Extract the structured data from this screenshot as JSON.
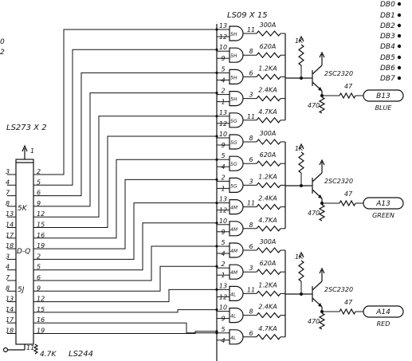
{
  "chips": {
    "gates_title": "LS09 X 15",
    "latch_title": "LS273 X 2",
    "buffer_title": "LS244",
    "latch_top": "5K",
    "latch_mid": "D-Q",
    "latch_bottom": "5J",
    "latch_pin_top": "1",
    "latch_pin_bottom": "11",
    "pullup": "4.7K"
  },
  "edge_labels": {
    "top0": "0",
    "top2": "2"
  },
  "data_bus": [
    "DB0",
    "DB1",
    "DB2",
    "DB3",
    "DB4",
    "DB5",
    "DB6",
    "DB7"
  ],
  "latch_inputs": [
    "3",
    "4",
    "7",
    "8",
    "13",
    "14",
    "17",
    "18",
    "3",
    "4",
    "7",
    "8",
    "13",
    "14",
    "17",
    "18"
  ],
  "latch_outputs": [
    "2",
    "5",
    "6",
    "9",
    "12",
    "15",
    "16",
    "19",
    "2",
    "5",
    "6",
    "9",
    "12",
    "15",
    "16",
    "19"
  ],
  "gates": [
    {
      "pin_a": "13",
      "pin_b": "12",
      "tag": "5H",
      "out": "11",
      "res": "300A"
    },
    {
      "pin_a": "10",
      "pin_b": "9",
      "tag": "5H",
      "out": "8",
      "res": "620A"
    },
    {
      "pin_a": "5",
      "pin_b": "4",
      "tag": "5H",
      "out": "6",
      "res": "1.2KA"
    },
    {
      "pin_a": "2",
      "pin_b": "1",
      "tag": "5H",
      "out": "3",
      "res": "2.4KA"
    },
    {
      "pin_a": "13",
      "pin_b": "12",
      "tag": "5G",
      "out": "11",
      "res": "4.7KA"
    },
    {
      "pin_a": "10",
      "pin_b": "9",
      "tag": "5G",
      "out": "8",
      "res": "300A"
    },
    {
      "pin_a": "5",
      "pin_b": "4",
      "tag": "5G",
      "out": "6",
      "res": "620A"
    },
    {
      "pin_a": "2",
      "pin_b": "1",
      "tag": "5G",
      "out": "3",
      "res": "1.2KA"
    },
    {
      "pin_a": "13",
      "pin_b": "12",
      "tag": "4M",
      "out": "11",
      "res": "2.4KA"
    },
    {
      "pin_a": "10",
      "pin_b": "9",
      "tag": "4M",
      "out": "8",
      "res": "4.7KA"
    },
    {
      "pin_a": "5",
      "pin_b": "4",
      "tag": "4M",
      "out": "6",
      "res": "300A"
    },
    {
      "pin_a": "2",
      "pin_b": "1",
      "tag": "4M",
      "out": "3",
      "res": "620A"
    },
    {
      "pin_a": "13",
      "pin_b": "12",
      "tag": "4L",
      "out": "11",
      "res": "1.2KA"
    },
    {
      "pin_a": "10",
      "pin_b": "9",
      "tag": "4L",
      "out": "8",
      "res": "2.4KA"
    },
    {
      "pin_a": "5",
      "pin_b": "4",
      "tag": "4L",
      "out": "6",
      "res": "4.7KA"
    }
  ],
  "channels": [
    {
      "transistor": "2SC2320",
      "pullup": "1K",
      "series": "47",
      "emitter": "470",
      "connector": "B13",
      "color": "BLUE"
    },
    {
      "transistor": "2SC2320",
      "pullup": "1K",
      "series": "47",
      "emitter": "470",
      "connector": "A13",
      "color": "GREEN"
    },
    {
      "transistor": "2SC2320",
      "pullup": "1K",
      "series": "47",
      "emitter": "470",
      "connector": "A14",
      "color": "RED"
    }
  ]
}
